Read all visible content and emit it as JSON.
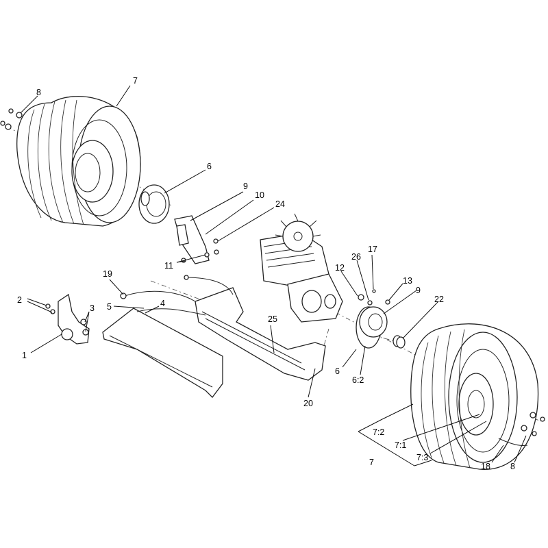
{
  "callouts": {
    "c1": "1",
    "c2": "2",
    "c3": "3",
    "c4": "4",
    "c5": "5",
    "c6a": "6",
    "c6b": "6",
    "c6_2": "6:2",
    "c7a": "7",
    "c7b": "7",
    "c7_1": "7:1",
    "c7_2": "7:2",
    "c7_3": "7:3",
    "c8a": "8",
    "c8b": "8",
    "c9a": "9",
    "c9b": "9",
    "c10": "10",
    "c11": "11",
    "c12": "12",
    "c13": "13",
    "c17": "17",
    "c18": "18",
    "c19": "19",
    "c20": "20",
    "c22": "22",
    "c24": "24",
    "c25": "25",
    "c26": "26"
  }
}
